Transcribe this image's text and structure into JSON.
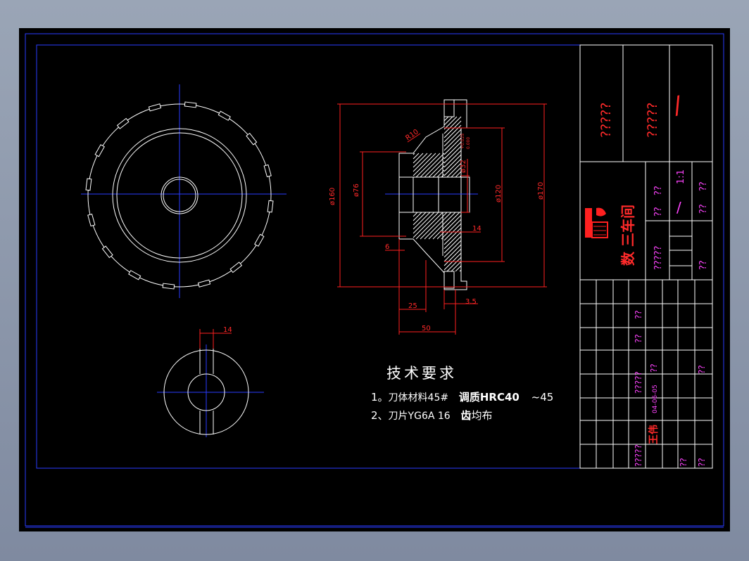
{
  "drawing": {
    "tech_req_title": "技术要求",
    "req1_num": "1。",
    "req1_text": "刀体材料45#",
    "req1_bold": "调质HRC40",
    "req1_tail": "~45",
    "req2_num": "2、",
    "req2_text": "刀片YG6A 16",
    "req2_bold": "齿",
    "req2_tail": "均布",
    "dims": {
      "d160": "ø160",
      "d76": "ø76",
      "d32": "ø32",
      "d32_tol_upper": "+0.025",
      "d32_tol_lower": "0.000",
      "d120": "ø120",
      "d170": "ø170",
      "r10": "R10",
      "w14": "14",
      "w6": "6",
      "w25": "25",
      "w35": "3.5",
      "w50": "50",
      "key14": "14"
    }
  },
  "title_block": {
    "workshop": "数 三车间",
    "scale": "1:1",
    "slash": "/",
    "designer": "王伟",
    "date": "04-06-05",
    "placeholder": "?????",
    "placeholder_short": "??"
  },
  "colors": {
    "background": "#000000",
    "outline": "#ffffff",
    "centerline": "#2a3cff",
    "dimension": "#ff2020",
    "placeholder": "#ff44ff"
  }
}
